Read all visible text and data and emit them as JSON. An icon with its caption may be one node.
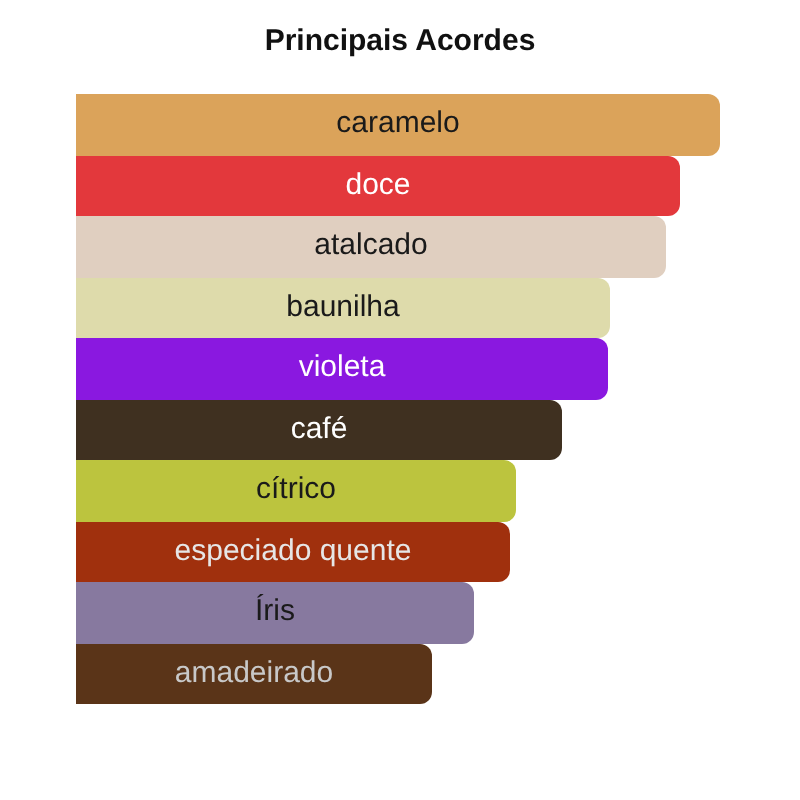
{
  "diagram": {
    "title": "Principais Acordes",
    "nodes": [
      {
        "text": [
          "caramelo"
        ]
      },
      {
        "text": [
          "doce"
        ]
      },
      {
        "text": [
          "atalcado"
        ]
      },
      {
        "text": [
          "baunilha"
        ]
      },
      {
        "text": [
          "violeta"
        ]
      },
      {
        "text": [
          "café"
        ]
      },
      {
        "text": [
          "cítrico"
        ]
      },
      {
        "text": [
          "especiado quente"
        ]
      },
      {
        "text": [
          "Íris"
        ]
      },
      {
        "text": [
          "amadeirado"
        ]
      }
    ]
  }
}
